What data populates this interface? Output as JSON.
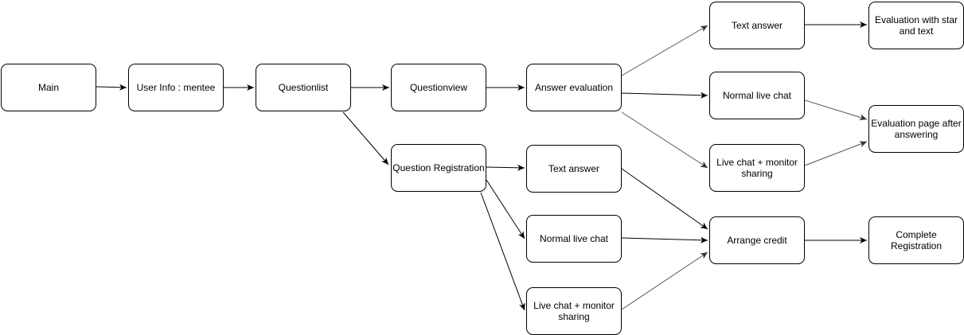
{
  "diagram": {
    "nodes": [
      {
        "id": "main",
        "lines": [
          "Main"
        ]
      },
      {
        "id": "user_info",
        "lines": [
          "User Info : mentee"
        ]
      },
      {
        "id": "questionlist",
        "lines": [
          "Questionlist"
        ]
      },
      {
        "id": "questionview",
        "lines": [
          "Questionview"
        ]
      },
      {
        "id": "answer_evaluation",
        "lines": [
          "Answer evaluation"
        ]
      },
      {
        "id": "text_answer_eval",
        "lines": [
          "Text answer"
        ]
      },
      {
        "id": "normal_chat_eval",
        "lines": [
          "Normal live chat"
        ]
      },
      {
        "id": "live_monitor_eval",
        "lines": [
          "Live chat + monitor",
          "sharing"
        ]
      },
      {
        "id": "eval_star_text",
        "lines": [
          "Evaluation with star",
          "and text"
        ]
      },
      {
        "id": "eval_page_after",
        "lines": [
          "Evaluation page after",
          "answering"
        ]
      },
      {
        "id": "question_registration",
        "lines": [
          "Question Registration"
        ]
      },
      {
        "id": "text_answer_reg",
        "lines": [
          "Text answer"
        ]
      },
      {
        "id": "normal_chat_reg",
        "lines": [
          "Normal live chat"
        ]
      },
      {
        "id": "live_monitor_reg",
        "lines": [
          "Live chat + monitor",
          "sharing"
        ]
      },
      {
        "id": "arrange_credit",
        "lines": [
          "Arrange credit"
        ]
      },
      {
        "id": "complete_registration",
        "lines": [
          "Complete",
          "Registration"
        ]
      }
    ],
    "edges": [
      {
        "from": "main",
        "to": "user_info"
      },
      {
        "from": "user_info",
        "to": "questionlist"
      },
      {
        "from": "questionlist",
        "to": "questionview"
      },
      {
        "from": "questionlist",
        "to": "question_registration"
      },
      {
        "from": "questionview",
        "to": "answer_evaluation"
      },
      {
        "from": "answer_evaluation",
        "to": "text_answer_eval"
      },
      {
        "from": "answer_evaluation",
        "to": "normal_chat_eval"
      },
      {
        "from": "answer_evaluation",
        "to": "live_monitor_eval"
      },
      {
        "from": "text_answer_eval",
        "to": "eval_star_text"
      },
      {
        "from": "normal_chat_eval",
        "to": "eval_page_after"
      },
      {
        "from": "live_monitor_eval",
        "to": "eval_page_after"
      },
      {
        "from": "question_registration",
        "to": "text_answer_reg"
      },
      {
        "from": "question_registration",
        "to": "normal_chat_reg"
      },
      {
        "from": "question_registration",
        "to": "live_monitor_reg"
      },
      {
        "from": "text_answer_reg",
        "to": "arrange_credit"
      },
      {
        "from": "normal_chat_reg",
        "to": "arrange_credit"
      },
      {
        "from": "live_monitor_reg",
        "to": "arrange_credit"
      },
      {
        "from": "arrange_credit",
        "to": "complete_registration"
      }
    ]
  }
}
